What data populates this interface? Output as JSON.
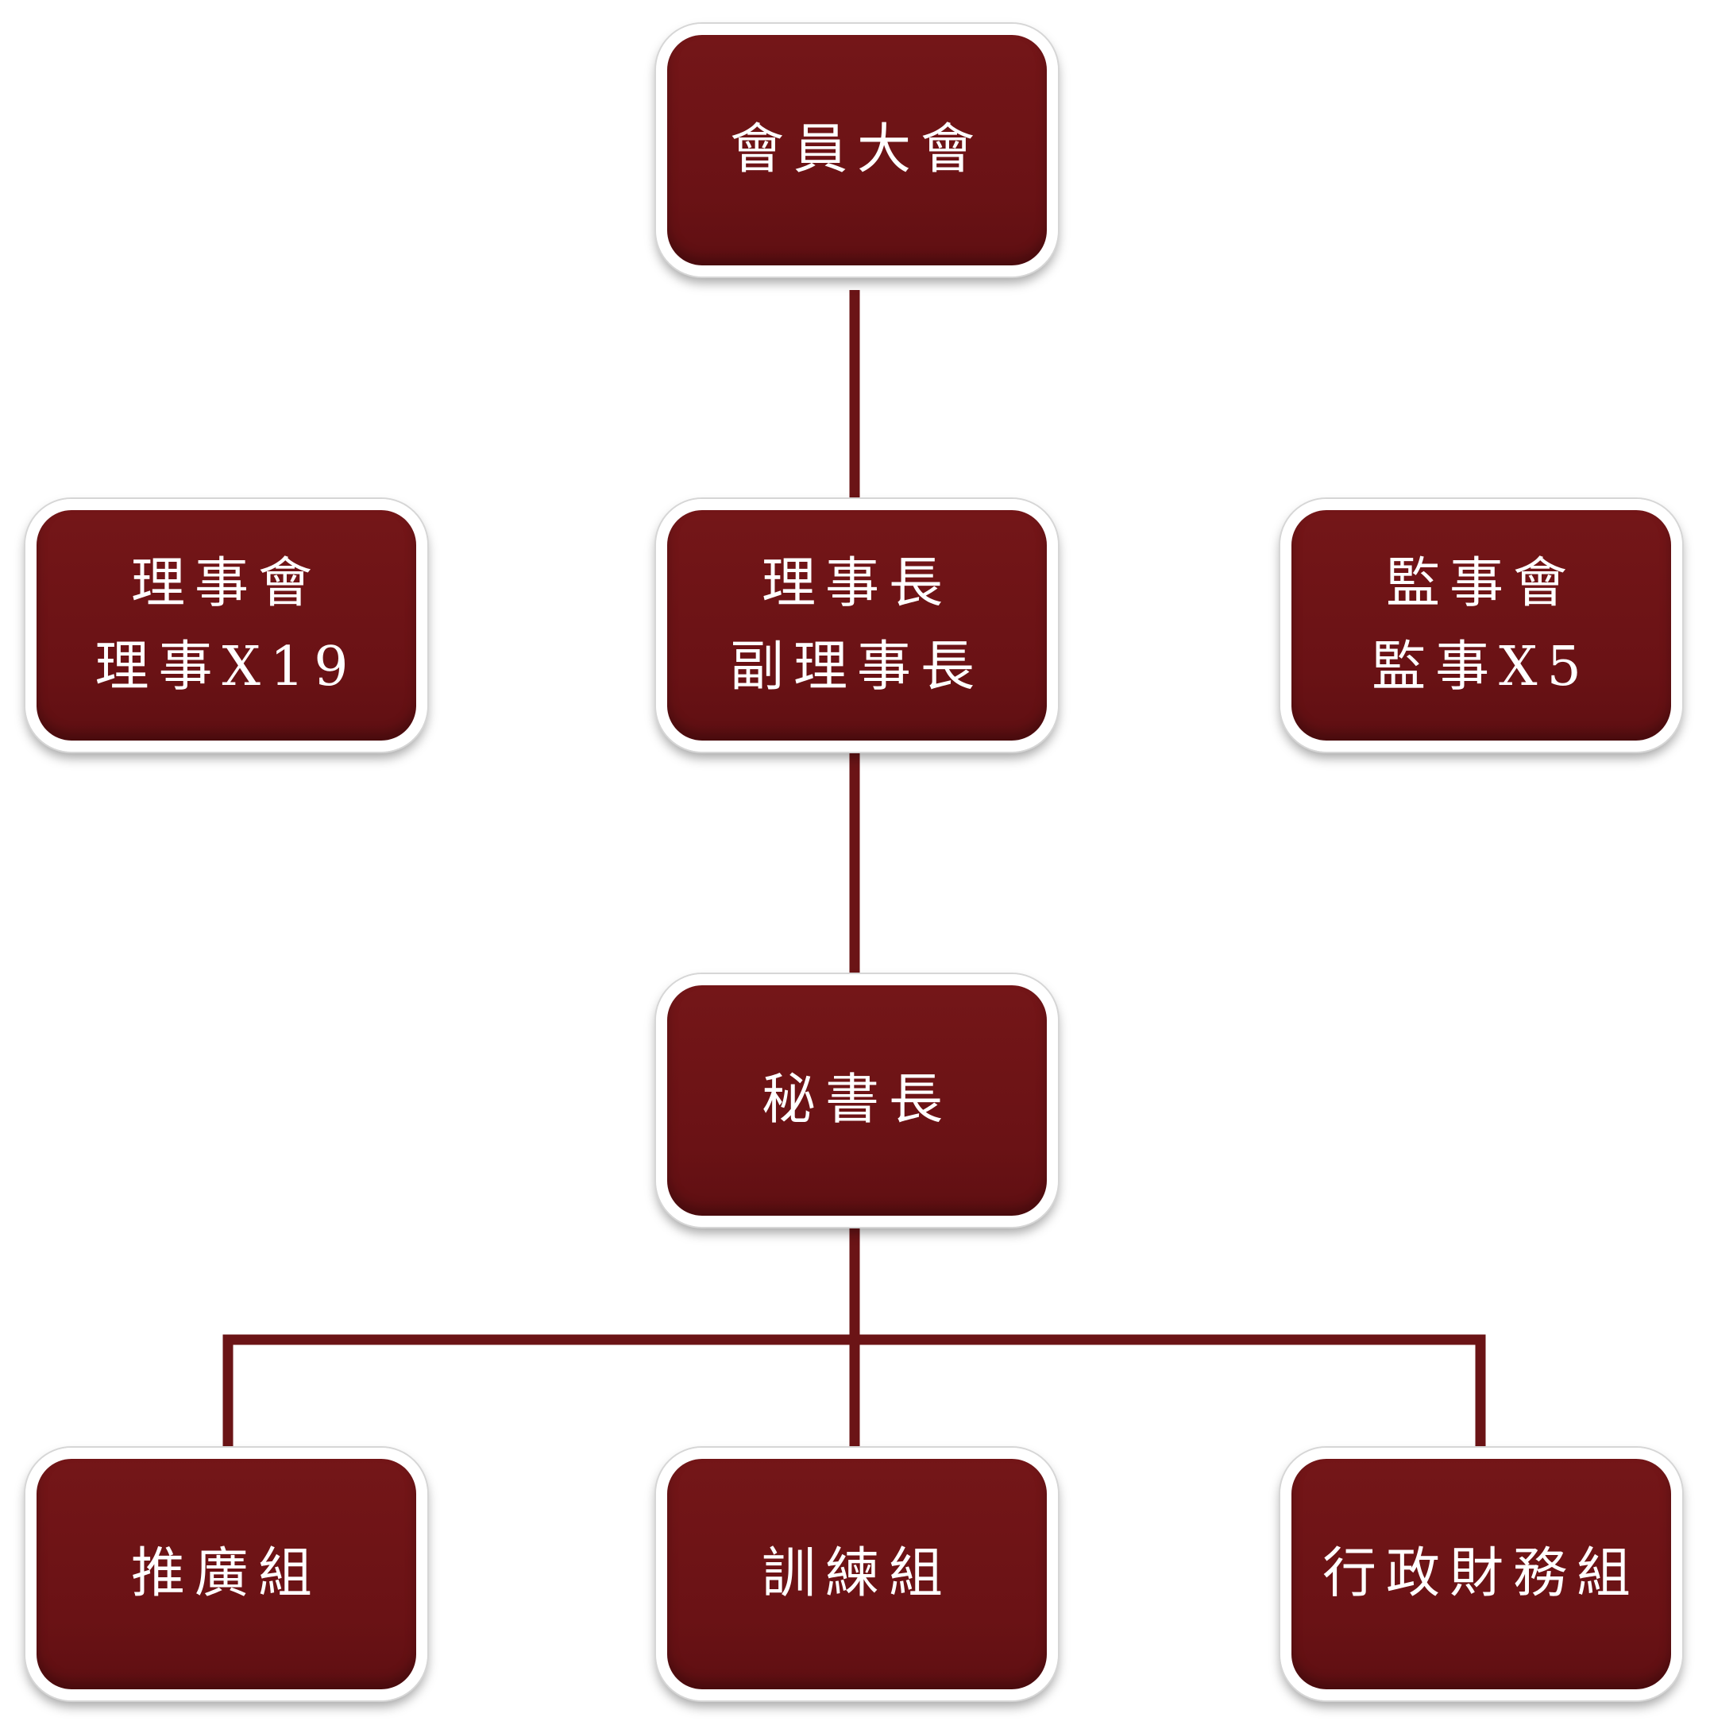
{
  "chart": {
    "nodes": {
      "assembly": {
        "lines": [
          "會員大會"
        ]
      },
      "board": {
        "lines": [
          "理事會",
          "理事X19"
        ]
      },
      "chairman": {
        "lines": [
          "理事長",
          "副理事長"
        ]
      },
      "supervisors": {
        "lines": [
          "監事會",
          "監事X5"
        ]
      },
      "secretary": {
        "lines": [
          "秘書長"
        ]
      },
      "promotion": {
        "lines": [
          "推廣組"
        ]
      },
      "training": {
        "lines": [
          "訓練組"
        ]
      },
      "admin_finance": {
        "lines": [
          "行政財務組"
        ]
      }
    }
  },
  "colors": {
    "box_fill": "#6b1416",
    "box_border": "#ffffff",
    "connector": "#6b1416",
    "text": "#ffffff"
  }
}
